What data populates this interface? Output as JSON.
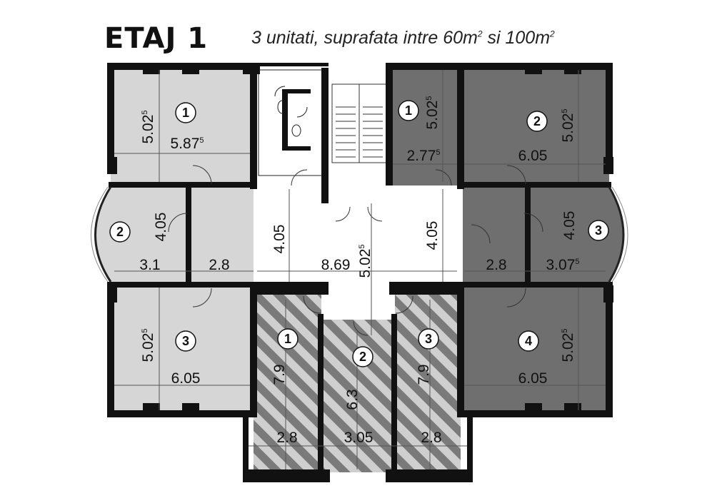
{
  "header": {
    "title": "ETAJ 1",
    "subtitle_a": "3 unitati, suprafata intre 60m",
    "subtitle_sup": "2",
    "subtitle_b": " si 100m"
  },
  "colors": {
    "wall": "#111111",
    "unit_light": "#d6d6d6",
    "unit_dark": "#6f6f6f",
    "hatch_bg": "#cfcfcf",
    "hatch_stripe": "#7a7a7a",
    "common": "#ffffff"
  },
  "units": {
    "light_group": [
      {
        "number": "1",
        "dims": [
          "5.02",
          "5.87"
        ]
      },
      {
        "number": "2",
        "dims": [
          "4.05",
          "3.1"
        ]
      },
      {
        "number": "3",
        "dims": [
          "5.02",
          "6.05"
        ]
      }
    ],
    "dark_group": [
      {
        "number": "1",
        "dims": [
          "5.02",
          "2.77"
        ]
      },
      {
        "number": "2",
        "dims": [
          "5.02",
          "6.05"
        ]
      },
      {
        "number": "3",
        "dims": [
          "4.05",
          "3.07"
        ]
      },
      {
        "number": "4",
        "dims": [
          "5.02",
          "6.05"
        ]
      }
    ],
    "hatched_group": [
      {
        "number": "1",
        "dims": [
          "7.9",
          "2.8"
        ]
      },
      {
        "number": "2",
        "dims": [
          "6.3",
          "3.05"
        ]
      },
      {
        "number": "3",
        "dims": [
          "7.9",
          "2.8"
        ]
      }
    ]
  },
  "corridor": {
    "dims": [
      "2.8",
      "4.05",
      "8.69",
      "5.02",
      "4.05",
      "2.8"
    ]
  }
}
